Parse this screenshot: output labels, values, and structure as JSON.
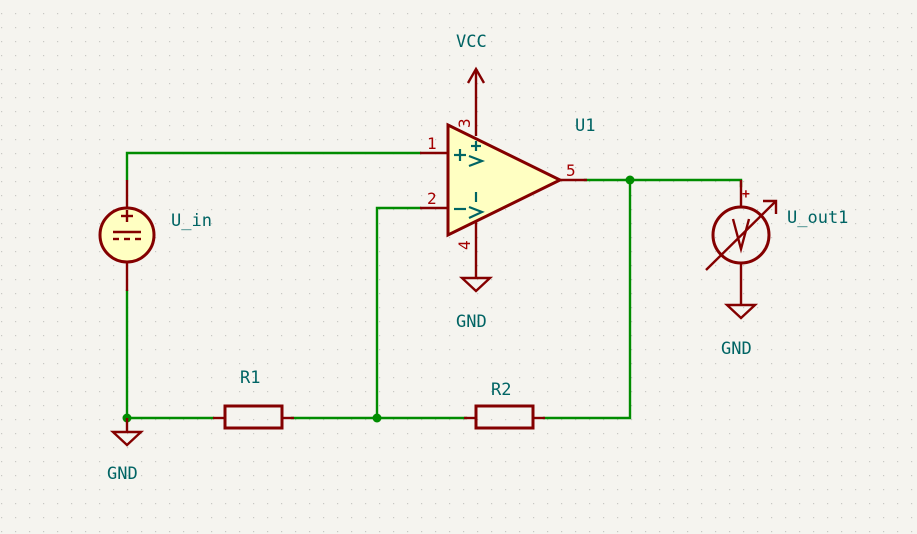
{
  "schematic": {
    "title": "Non-inverting amplifier",
    "colors": {
      "background": "#f5f4ef",
      "wire": "#008c00",
      "symbol": "#840000",
      "symbol_fill": "#ffffc2",
      "reference_text": "#006464",
      "pin_number": "#a40000"
    },
    "components": {
      "opamp": {
        "ref": "U1",
        "pins": {
          "noninv": "1",
          "inv": "2",
          "vplus": "3",
          "vminus": "4",
          "out": "5"
        }
      },
      "source": {
        "ref": "U_in"
      },
      "voltmeter": {
        "ref": "U_out1",
        "glyph": "V",
        "plus": "+"
      },
      "r1": {
        "ref": "R1"
      },
      "r2": {
        "ref": "R2"
      }
    },
    "power": {
      "vcc": {
        "label": "VCC"
      },
      "gnd_opamp": {
        "label": "GND"
      },
      "gnd_meter": {
        "label": "GND"
      },
      "gnd_source": {
        "label": "GND"
      }
    }
  }
}
